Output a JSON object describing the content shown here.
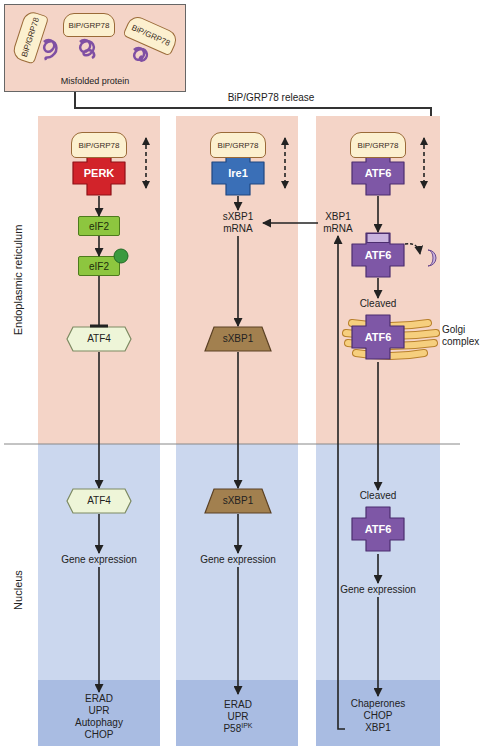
{
  "diagram": {
    "nodes": [
      {
        "text": [
          "Misfolded protein"
        ]
      },
      {
        "text": [
          "BiP/GRP78"
        ],
        "in": 0
      },
      {
        "text": [
          "BiP/GRP78"
        ],
        "in": 0
      },
      {
        "text": [
          "BiP/GRP78"
        ],
        "in": 0
      },
      {
        "text": [
          "BiP/GRP78"
        ]
      },
      {
        "text": [
          "PERK"
        ]
      },
      {
        "text": [
          "eIF2"
        ]
      },
      {
        "text": [
          "eIF2"
        ]
      },
      {
        "text": [
          "ATF4"
        ]
      },
      {
        "text": [
          "ATF4"
        ]
      },
      {
        "text": [
          "Gene expression"
        ]
      },
      {
        "text": [
          "ERAD UPR Autophagy CHOP"
        ]
      },
      {
        "text": [
          "BiP/GRP78"
        ]
      },
      {
        "text": [
          "Ire1"
        ]
      },
      {
        "text": [
          "sXBP1 mRNA"
        ]
      },
      {
        "text": [
          "sXBP1"
        ]
      },
      {
        "text": [
          "sXBP1"
        ]
      },
      {
        "text": [
          "Gene expression"
        ]
      },
      {
        "text": [
          "ERAD UPR P58",
          "IPK"
        ]
      },
      {
        "text": [
          "BiP/GRP78"
        ]
      },
      {
        "text": [
          "ATF6"
        ]
      },
      {
        "text": [
          "ATF6"
        ]
      },
      {
        "text": [
          "Cleaved",
          "ATF6"
        ]
      },
      {
        "text": [
          "Golgi complex"
        ]
      },
      {
        "text": [
          "Cleaved",
          "ATF6"
        ]
      },
      {
        "text": [
          "Gene expression"
        ]
      },
      {
        "text": [
          "Chaperones CHOP XBP1"
        ]
      },
      {
        "text": [
          "XBP1 mRNA"
        ]
      }
    ],
    "edges": [
      {
        "from": 5,
        "to": 6,
        "arrow": "to"
      },
      {
        "from": 6,
        "to": 7,
        "arrow": "to"
      },
      {
        "from": 7,
        "to": 8,
        "arrow": "to"
      },
      {
        "from": 8,
        "to": 9,
        "arrow": "to"
      },
      {
        "from": 9,
        "to": 10,
        "arrow": "to"
      },
      {
        "from": 10,
        "to": 11,
        "arrow": "to"
      },
      {
        "from": 13,
        "to": 14,
        "arrow": "to"
      },
      {
        "from": 14,
        "to": 15,
        "arrow": "to"
      },
      {
        "from": 15,
        "to": 16,
        "arrow": "to"
      },
      {
        "from": 16,
        "to": 17,
        "arrow": "to"
      },
      {
        "from": 17,
        "to": 18,
        "arrow": "to"
      },
      {
        "from": 27,
        "to": 14,
        "arrow": "to"
      },
      {
        "from": 26,
        "to": 27,
        "arrow": "to"
      },
      {
        "from": 20,
        "to": 21,
        "arrow": "to"
      },
      {
        "from": 21,
        "to": 22,
        "arrow": "to"
      },
      {
        "from": 22,
        "to": 24,
        "arrow": "to"
      },
      {
        "from": 24,
        "to": 25,
        "arrow": "to"
      },
      {
        "from": 25,
        "to": 26,
        "arrow": "to"
      }
    ],
    "labels": [
      "BiP/GRP78 release",
      "Endoplasmic reticulum",
      "Nucleus"
    ]
  }
}
